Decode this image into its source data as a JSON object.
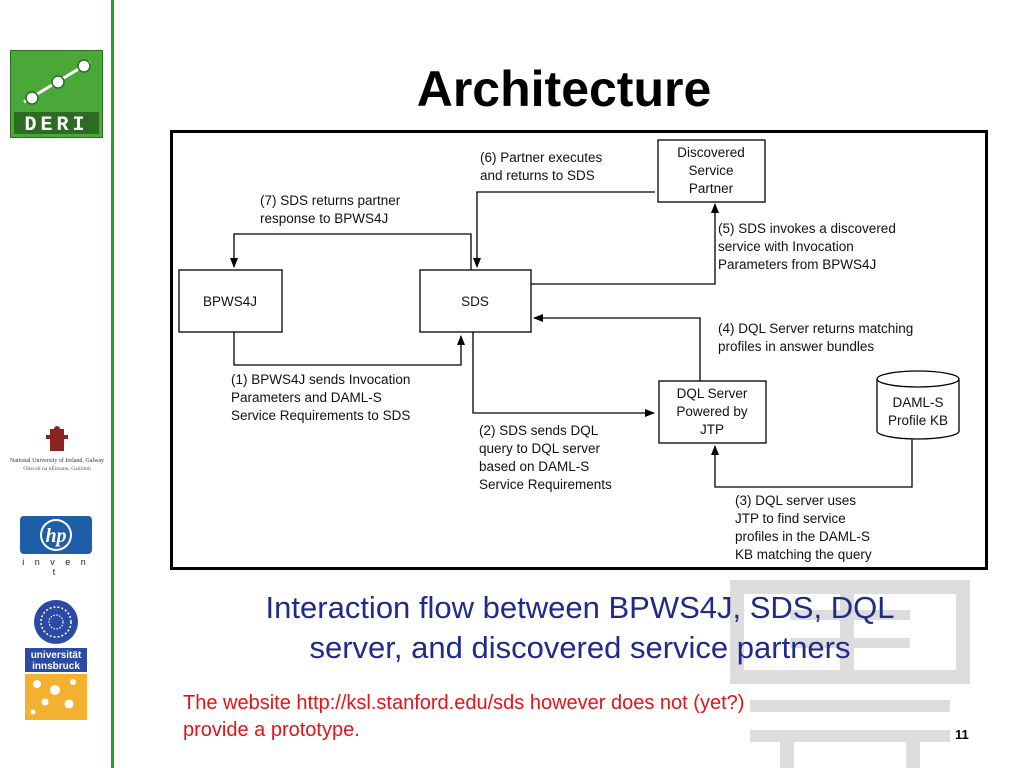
{
  "slide": {
    "title": "Architecture",
    "caption_line1": "Interaction flow between BPWS4J, SDS, DQL",
    "caption_line2": "server, and discovered service partners",
    "note_line1": "The website http://ksl.stanford.edu/sds however does not (yet?)",
    "note_line2": "provide a prototype.",
    "page_number": "11"
  },
  "sidebar": {
    "deri_logo_text": "DERI",
    "nuig_line1": "National University of Ireland, Galway",
    "nuig_line2": "Ollscoil na hÉireann, Gaillimh",
    "hp_logo_text": "hp",
    "hp_tagline": "i n v e n t",
    "innsbruck_line1": "universität",
    "innsbruck_line2": "innsbruck"
  },
  "diagram": {
    "nodes": {
      "bpws4j": "BPWS4J",
      "sds": "SDS",
      "partner_line1": "Discovered",
      "partner_line2": "Service",
      "partner_line3": "Partner",
      "dql_line1": "DQL Server",
      "dql_line2": "Powered by",
      "dql_line3": "JTP",
      "kb_line1": "DAML-S",
      "kb_line2": "Profile KB"
    },
    "labels": {
      "step1": [
        "(1) BPWS4J sends Invocation",
        "Parameters and DAML-S",
        "Service Requirements to SDS"
      ],
      "step2": [
        "(2) SDS sends DQL",
        "query to DQL server",
        "based on DAML-S",
        "Service Requirements"
      ],
      "step3": [
        "(3) DQL server uses",
        "JTP to find service",
        "profiles in the DAML-S",
        "KB matching the query"
      ],
      "step4": [
        "(4) DQL Server returns matching",
        "profiles in answer bundles"
      ],
      "step5": [
        "(5) SDS invokes a discovered",
        "service with Invocation",
        "Parameters from BPWS4J"
      ],
      "step6": [
        "(6) Partner executes",
        "and returns to SDS"
      ],
      "step7": [
        "(7) SDS returns partner",
        "response to BPWS4J"
      ]
    }
  },
  "colors": {
    "sidebar_line": "#2e9e2e",
    "caption": "#1f2a8a",
    "note": "#e21414",
    "deri_green": "#4aa838"
  }
}
